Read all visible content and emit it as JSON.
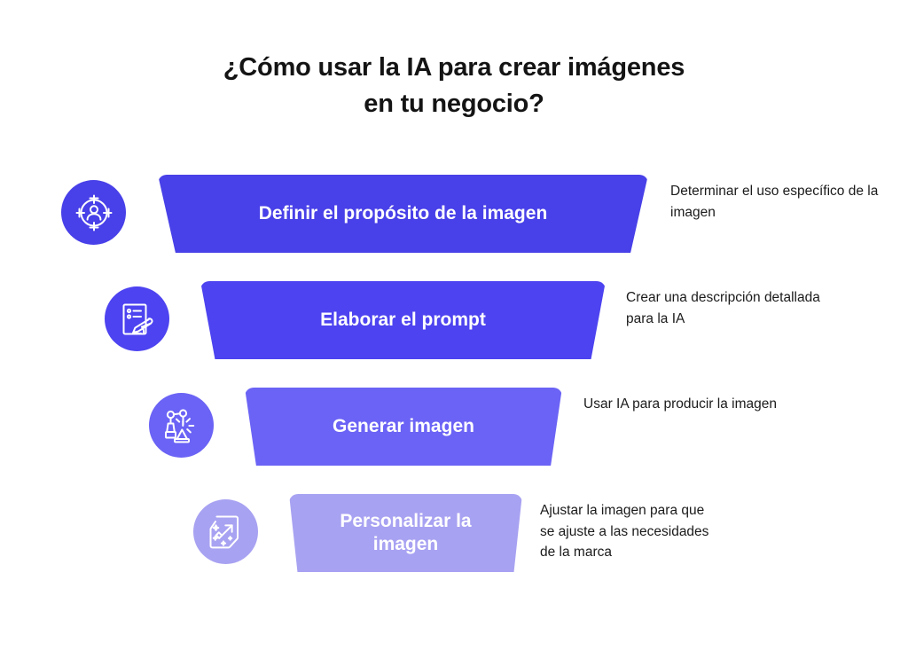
{
  "title": {
    "line1": "¿Cómo usar la IA para crear imágenes",
    "line2": "en tu negocio?"
  },
  "colors": {
    "background": "#ffffff",
    "title_text": "#141414",
    "description_text": "#1b1b1b",
    "step1": "#4840e8",
    "step2": "#4d43f0",
    "step3": "#6b63f5",
    "step4": "#a8a2f2",
    "label_text": "#ffffff"
  },
  "steps": [
    {
      "label": "Definir el propósito de la imagen",
      "description": "Determinar el uso específico de la imagen",
      "icon": "target-person-icon",
      "color": "#4840e8"
    },
    {
      "label": "Elaborar el prompt",
      "description": "Crear una descripción detallada para la IA",
      "icon": "checklist-hand-pen-icon",
      "color": "#4d43f0"
    },
    {
      "label": "Generar imagen",
      "description": "Usar IA para producir la imagen",
      "icon": "robot-arm-icon",
      "color": "#6b63f5"
    },
    {
      "label": "Personalizar la imagen",
      "description": "Ajustar la imagen para que se ajuste a las necesidades de la marca",
      "icon": "magic-image-arrow-icon",
      "color": "#a8a2f2"
    }
  ]
}
